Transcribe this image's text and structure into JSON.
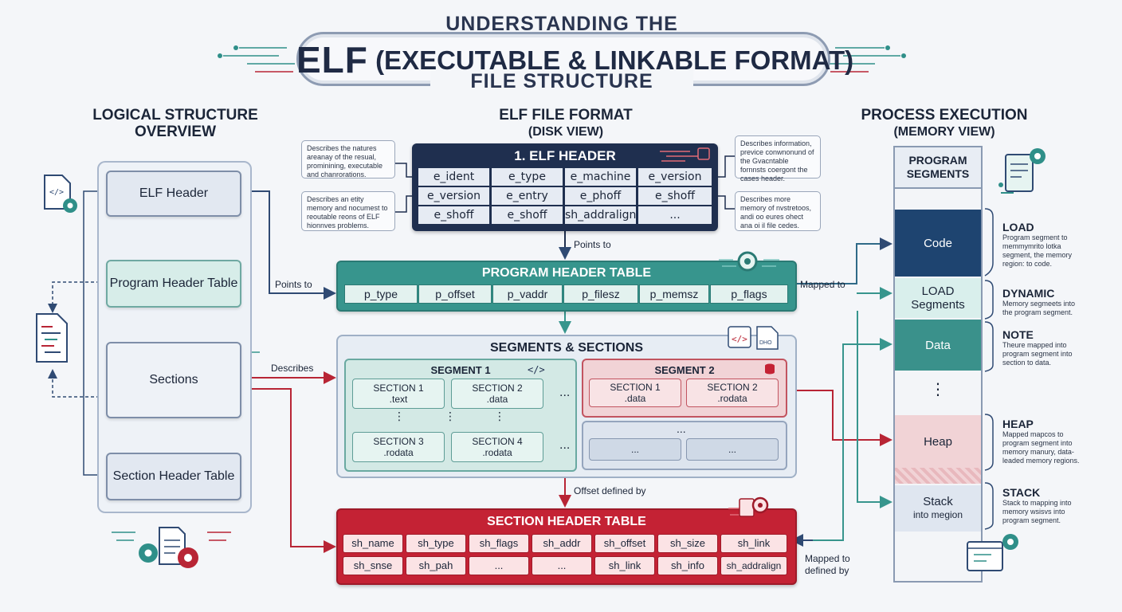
{
  "title": {
    "top": "UNDERSTANDING THE",
    "main_elf": "ELF",
    "main_rest": "(EXECUTABLE & LINKABLE FORMAT)",
    "bottom": "FILE STRUCTURE"
  },
  "columns": {
    "left": "LOGICAL STRUCTURE OVERVIEW",
    "center": "ELF FILE FORMAT",
    "center_sub": "(DISK VIEW)",
    "right": "PROCESS EXECUTION",
    "right_sub": "(MEMORY VIEW)"
  },
  "logical": {
    "elf_header": "ELF Header",
    "program_header_table": "Program Header Table",
    "sections": "Sections",
    "section_header_table": "Section Header Table"
  },
  "elf_header": {
    "title": "1. ELF HEADER",
    "cells": [
      [
        "e_ident",
        "e_type",
        "e_machine",
        "e_version"
      ],
      [
        "e_version",
        "e_entry",
        "e_phoff",
        "e_shoff"
      ],
      [
        "e_shoff",
        "e_shoff",
        "sh_addralign",
        "..."
      ]
    ],
    "notes": {
      "top_left": "Describes the natures areanay of the resual, prominining, executable and chanrorations.",
      "bottom_left": "Describes an etity memory and nocumest to reoutable reons of ELF hionnves problems.",
      "top_right": "Describes information, previce conwnonund of the Gvacntable fornnsts coergont the cases header.",
      "bottom_right": "Describes more memory of nvstretoos, andi oo eures ohect ana oi il file cedes."
    }
  },
  "program_header_table": {
    "title": "PROGRAM HEADER TABLE",
    "cells": [
      "p_type",
      "p_offset",
      "p_vaddr",
      "p_filesz",
      "p_memsz",
      "p_flags"
    ]
  },
  "segments_sections": {
    "title": "SEGMENTS & SECTIONS",
    "segment1": {
      "label": "SEGMENT 1",
      "sections": [
        {
          "name": "SECTION 1",
          "type": ".text"
        },
        {
          "name": "SECTION 2",
          "type": ".data"
        },
        {
          "name": "SECTION 3",
          "type": ".rodata"
        },
        {
          "name": "SECTION 4",
          "type": ".rodata"
        }
      ]
    },
    "segment2": {
      "label": "SEGMENT 2",
      "sections": [
        {
          "name": "SECTION 1",
          "type": ".data"
        },
        {
          "name": "SECTION 2",
          "type": ".rodata"
        }
      ]
    },
    "ellipsis": "...",
    "ellipsis_vertical": "⋮"
  },
  "section_header_table": {
    "title": "SECTION HEADER TABLE",
    "cells": [
      [
        "sh_name",
        "sh_type",
        "sh_flags",
        "sh_addr",
        "sh_offset",
        "sh_size",
        "sh_link"
      ],
      [
        "sh_snse",
        "sh_pah",
        "...",
        "...",
        "sh_link",
        "sh_info",
        "sh_addralign"
      ]
    ]
  },
  "arrows": {
    "points_to_top": "Points to",
    "points_to_left": "Points to",
    "describes": "Describes",
    "offset_defined_by": "Offset defined by",
    "mapped_to": "Mapped to",
    "mapped_to_defined_by": "Mapped to\ndefined by"
  },
  "memory": {
    "program_segments": "PROGRAM SEGMENTS",
    "code": "Code",
    "load_segments": "LOAD Segments",
    "data": "Data",
    "dots": "⋮",
    "heap": "Heap",
    "stack": "Stack",
    "stack_sub": "into megion"
  },
  "memory_labels": {
    "load": {
      "title": "LOAD",
      "desc": "Program segment to memmymrito lotka segment, the memory region: to code."
    },
    "dynamic": {
      "title": "DYNAMIC",
      "desc": "Memory segmeets into the program segment."
    },
    "note": {
      "title": "NOTE",
      "desc": "Theure mapped into program segment into section to data."
    },
    "heap": {
      "title": "HEAP",
      "desc": "Mapped mapcos to program segment into memory manury, data- leaded memory regions."
    },
    "stack": {
      "title": "STACK",
      "desc": "Stack to mapping into memory wsisvs into program segment."
    }
  },
  "colors": {
    "navy": "#1f2f4f",
    "teal": "#37958d",
    "red": "#c42234",
    "code_block": "#1e4470",
    "data_block": "#3a918b"
  },
  "icons": [
    "code-file-gear-icon",
    "source-file-icon",
    "files-gears-icon",
    "code-braces-icon",
    "database-icon",
    "gear-icon",
    "document-gear-icon",
    "terminal-gear-icon"
  ]
}
